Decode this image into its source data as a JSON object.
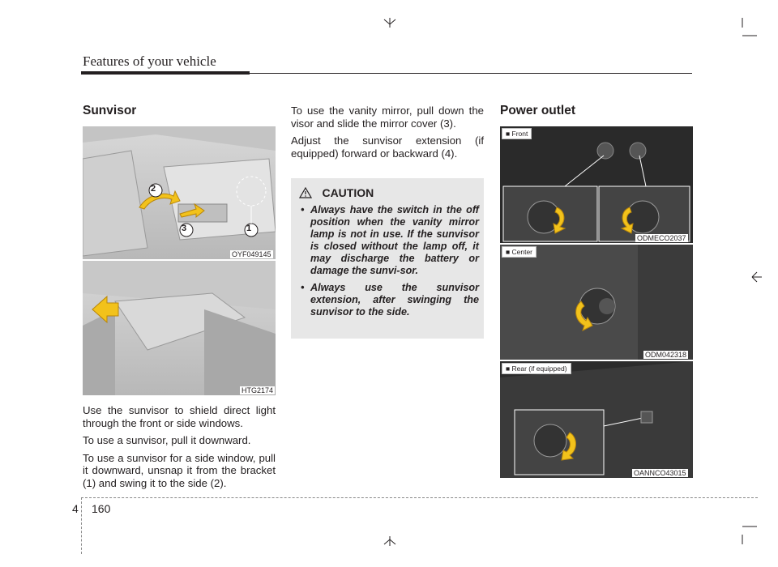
{
  "header": {
    "title": "Features of your vehicle"
  },
  "sunvisor": {
    "heading": "Sunvisor",
    "images": [
      {
        "code": "OYF049145",
        "callouts": [
          "2",
          "3",
          "1"
        ]
      },
      {
        "code": "HTG2174"
      }
    ],
    "paragraphs": [
      "Use the sunvisor to shield direct light through the front or side windows.",
      "To use a sunvisor, pull it downward.",
      "To use a sunvisor for a side window, pull it downward, unsnap it from the bracket (1) and swing it to the side (2)."
    ]
  },
  "middle": {
    "paragraphs": [
      "To use the vanity mirror, pull down the visor and slide the mirror cover (3).",
      "Adjust the sunvisor extension (if equipped) forward or backward (4)."
    ],
    "caution": {
      "title": "CAUTION",
      "items": [
        "Always have the switch in the off position when the vanity mirror lamp is not in use. If the sunvisor is closed without the lamp off, it may discharge the battery or damage the sunvi-sor.",
        "Always use the sunvisor extension, after swinging the sunvisor to the side."
      ]
    }
  },
  "power_outlet": {
    "heading": "Power outlet",
    "images": [
      {
        "tag": "■ Front",
        "code": "ODMECO2037"
      },
      {
        "tag": "■ Center",
        "code": "ODM042318"
      },
      {
        "tag": "■ Rear (if equipped)",
        "code": "OANNCO43015"
      }
    ]
  },
  "footer": {
    "section": "4",
    "page": "160"
  },
  "colors": {
    "text": "#231f20",
    "caution_bg": "#e7e7e7",
    "arrow": "#f2c21b"
  }
}
